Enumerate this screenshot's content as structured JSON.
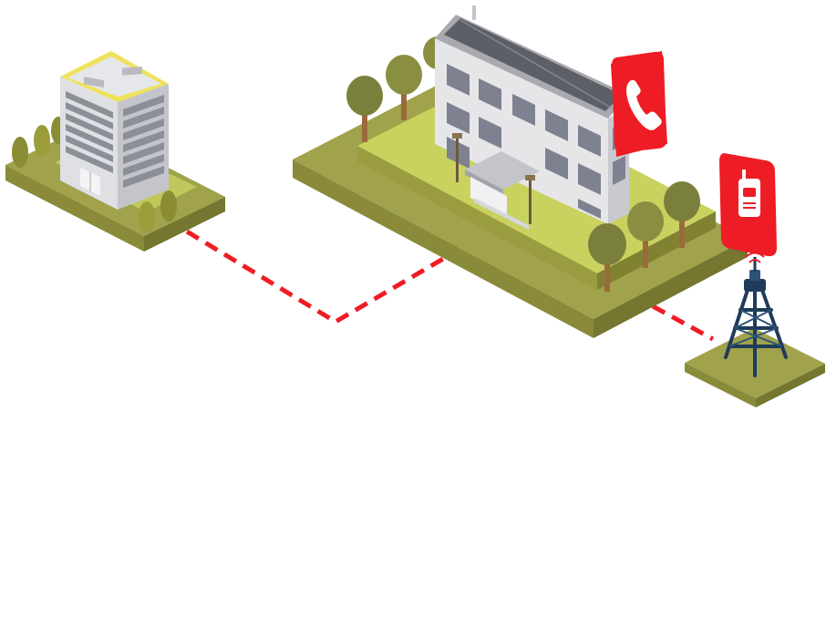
{
  "diagram": {
    "nodes": [
      {
        "id": "office-tower",
        "kind": "building",
        "icon": "office-tower-icon"
      },
      {
        "id": "main-facility",
        "kind": "building",
        "icon": "school-building-icon"
      },
      {
        "id": "radio-tower",
        "kind": "antenna",
        "icon": "radio-tower-icon"
      }
    ],
    "badges": [
      {
        "attached_to": "main-facility",
        "icon": "phone-icon"
      },
      {
        "attached_to": "radio-tower",
        "icon": "walkie-talkie-icon"
      }
    ],
    "links": [
      {
        "from": "office-tower",
        "to": "main-facility",
        "style": "dashed"
      },
      {
        "from": "main-facility",
        "to": "radio-tower",
        "style": "dashed"
      }
    ]
  },
  "colors": {
    "link": "#ee1c25",
    "badge": "#ee1c25",
    "grass_top": "#a0a24c",
    "lawn": "#c9d25f",
    "building": "#e6e6e9",
    "tower": "#1f3b5a"
  }
}
